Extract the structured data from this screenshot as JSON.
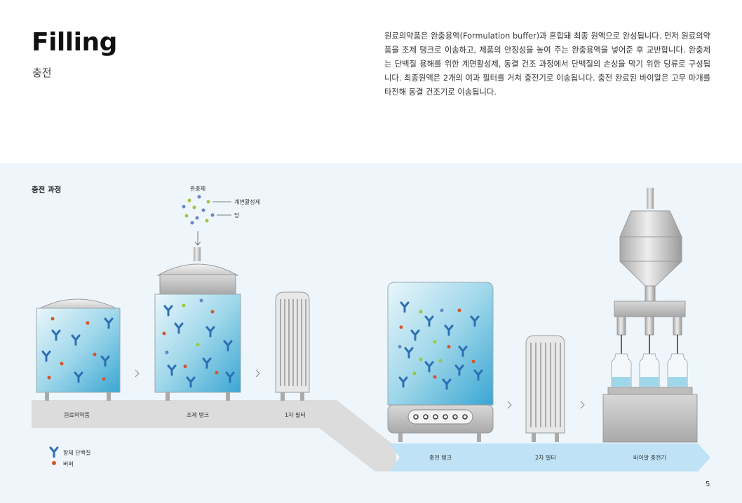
{
  "header": {
    "title": "Filling",
    "subtitle": "충전",
    "description": "원료의약품은 완충용액(Formulation buffer)과 혼합돼 최종 원액으로 완성됩니다. 먼저 원료의약품을 조제 탱크로 이송하고, 제품의 안정성을 높여 주는 완충용액을 넣어준 후 교반합니다. 완충제는 단백질 용해를 위한 계면활성제, 동결 건조 과정에서 단백질의 손상을 막기 위한 당류로 구성됩니다. 최종원액은 2개의 여과 필터를 거쳐 충전기로 이송됩니다. 충전 완료된 바이알은 고무 마개를 타전해 동결 건조기로 이송됩니다."
  },
  "diagram": {
    "section_title": "충전 과정",
    "buffer_label": "완충제",
    "surfactant_label": "계면활성제",
    "sugar_label": "당",
    "stages": {
      "raw_drug": "원료의약품",
      "prep_tank": "조제 탱크",
      "filter1": "1차 필터",
      "fill_tank": "충전 탱크",
      "filter2": "2차 필터",
      "vial_filler": "바이알 충전기"
    },
    "legend": {
      "antibody": "항체 단백질",
      "buffer": "버퍼"
    },
    "colors": {
      "panel_bg": "#eef6fc",
      "belt_gray": "#dcdcdc",
      "belt_blue": "#bfe2f6",
      "antibody": "#2d6fb5",
      "buffer_dot": "#d9532b",
      "surfactant_dot": "#9cc63c",
      "sugar_dot": "#6b86c4"
    }
  },
  "page_number": "5"
}
